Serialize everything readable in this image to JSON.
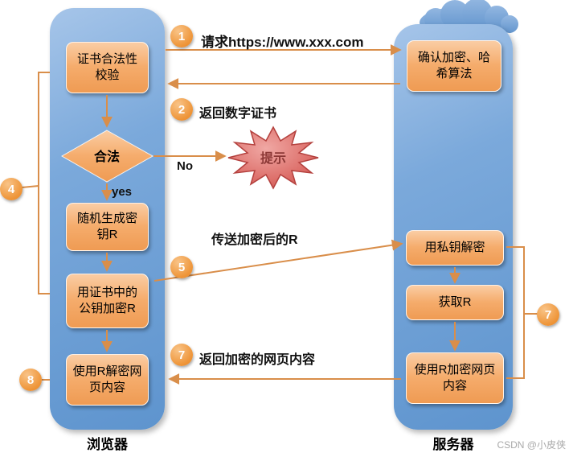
{
  "browser": {
    "label": "浏览器",
    "cert_check": "证书合法性校验",
    "valid_check": "合法",
    "gen_key": "随机生成密钥R",
    "encrypt_key": "用证书中的公钥加密R",
    "decrypt_content": "使用R解密网页内容"
  },
  "server": {
    "label": "服务器",
    "confirm_algo": "确认加密、哈希算法",
    "private_decrypt": "用私钥解密",
    "get_r": "获取R",
    "encrypt_content": "使用R加密网页内容"
  },
  "flows": {
    "request": "请求https://www.xxx.com",
    "return_cert": "返回数字证书",
    "no": "No",
    "yes": "yes",
    "send_encrypted_r": "传送加密后的R",
    "return_encrypted_page": "返回加密的网页内容"
  },
  "alert": {
    "label": "提示"
  },
  "badges": {
    "step1": "1",
    "step2": "2",
    "step4": "4",
    "step5": "5",
    "step7_left": "7",
    "step8": "8",
    "step7_right": "7"
  },
  "watermark": "CSDN @小皮侠",
  "colors": {
    "panel_blue": "#6FA3D8",
    "box_orange": "#F5AC6C",
    "badge_orange": "#EE9437",
    "arrow": "#D98E4A",
    "alert_red": "#D65555"
  }
}
